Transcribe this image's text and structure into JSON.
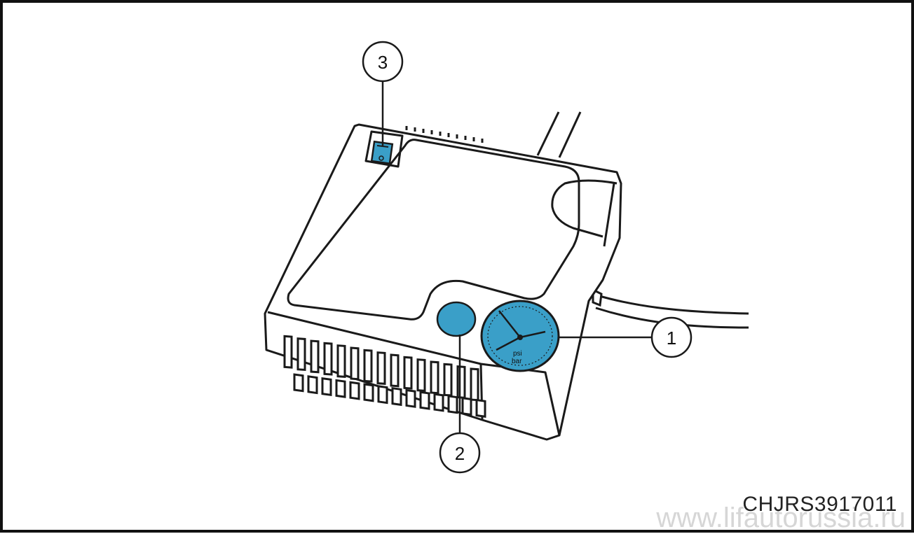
{
  "colors": {
    "accent_blue": "#3a9fc8",
    "line": "#1a1a1a",
    "background": "#ffffff"
  },
  "callouts": [
    {
      "label": "1"
    },
    {
      "label": "2"
    },
    {
      "label": "3"
    }
  ],
  "gauge": {
    "unit_primary": "psi",
    "unit_secondary": "bar"
  },
  "reference_code": "CHJRS3917011",
  "watermark": "www.lifautorussia.ru"
}
